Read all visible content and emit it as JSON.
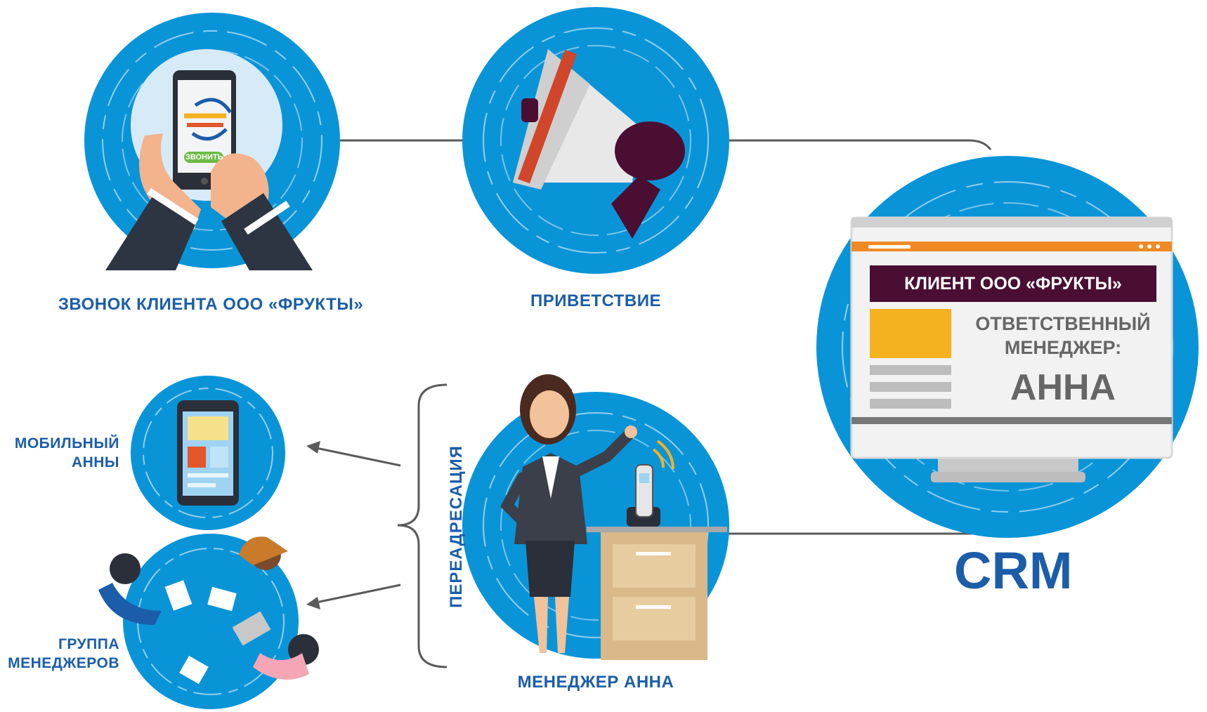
{
  "labels": {
    "client_call": "ЗВОНОК КЛИЕНТА ООО «ФРУКТЫ»",
    "greeting": "ПРИВЕТСТВИЕ",
    "mobile_line1": "МОБИЛЬНЫЙ",
    "mobile_line2": "АННЫ",
    "group_line1": "ГРУППА",
    "group_line2": "МЕНЕДЖЕРОВ",
    "manager": "МЕНЕДЖЕР АННА",
    "redirect": "ПЕРЕАДРЕСАЦИЯ",
    "crm": "CRM"
  },
  "phone": {
    "call_button": "ЗВОНИТЬ"
  },
  "crm_screen": {
    "header": "КЛИЕНТ ООО «ФРУКТЫ»",
    "responsible_line1": "ОТВЕТСТВЕННЫЙ",
    "responsible_line2": "МЕНЕДЖЕР:",
    "manager_name": "АННА"
  },
  "colors": {
    "circle_blue": "#0a94d8",
    "label_blue": "#1b5da8",
    "connector": "#555555",
    "crm_header": "#4a0e33",
    "accent_orange": "#f5b120"
  },
  "icons": [
    "smartphone-icon",
    "megaphone-icon",
    "monitor-icon",
    "tablet-icon",
    "businesswoman-icon",
    "desk-phone-icon",
    "meeting-table-icon"
  ]
}
